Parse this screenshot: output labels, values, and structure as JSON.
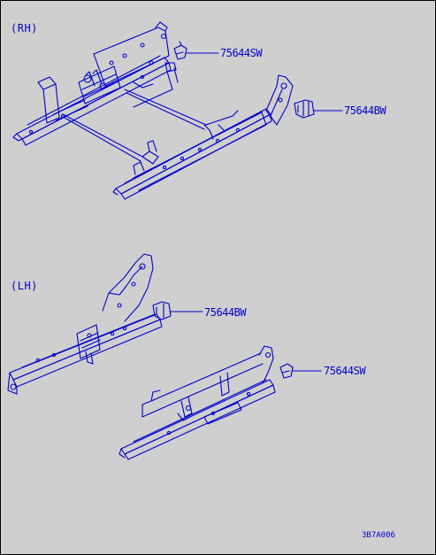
{
  "sections": {
    "rh": {
      "label": "(RH)"
    },
    "lh": {
      "label": "(LH)"
    }
  },
  "callouts": {
    "rh_top": "75644SW",
    "rh_right": "75644BW",
    "lh_top": "75644BW",
    "lh_right": "75644SW"
  },
  "diagram_code": "3B7A006",
  "colors": {
    "line": "#0000cc",
    "background": "#cfcfcf",
    "frame": "#000000"
  }
}
